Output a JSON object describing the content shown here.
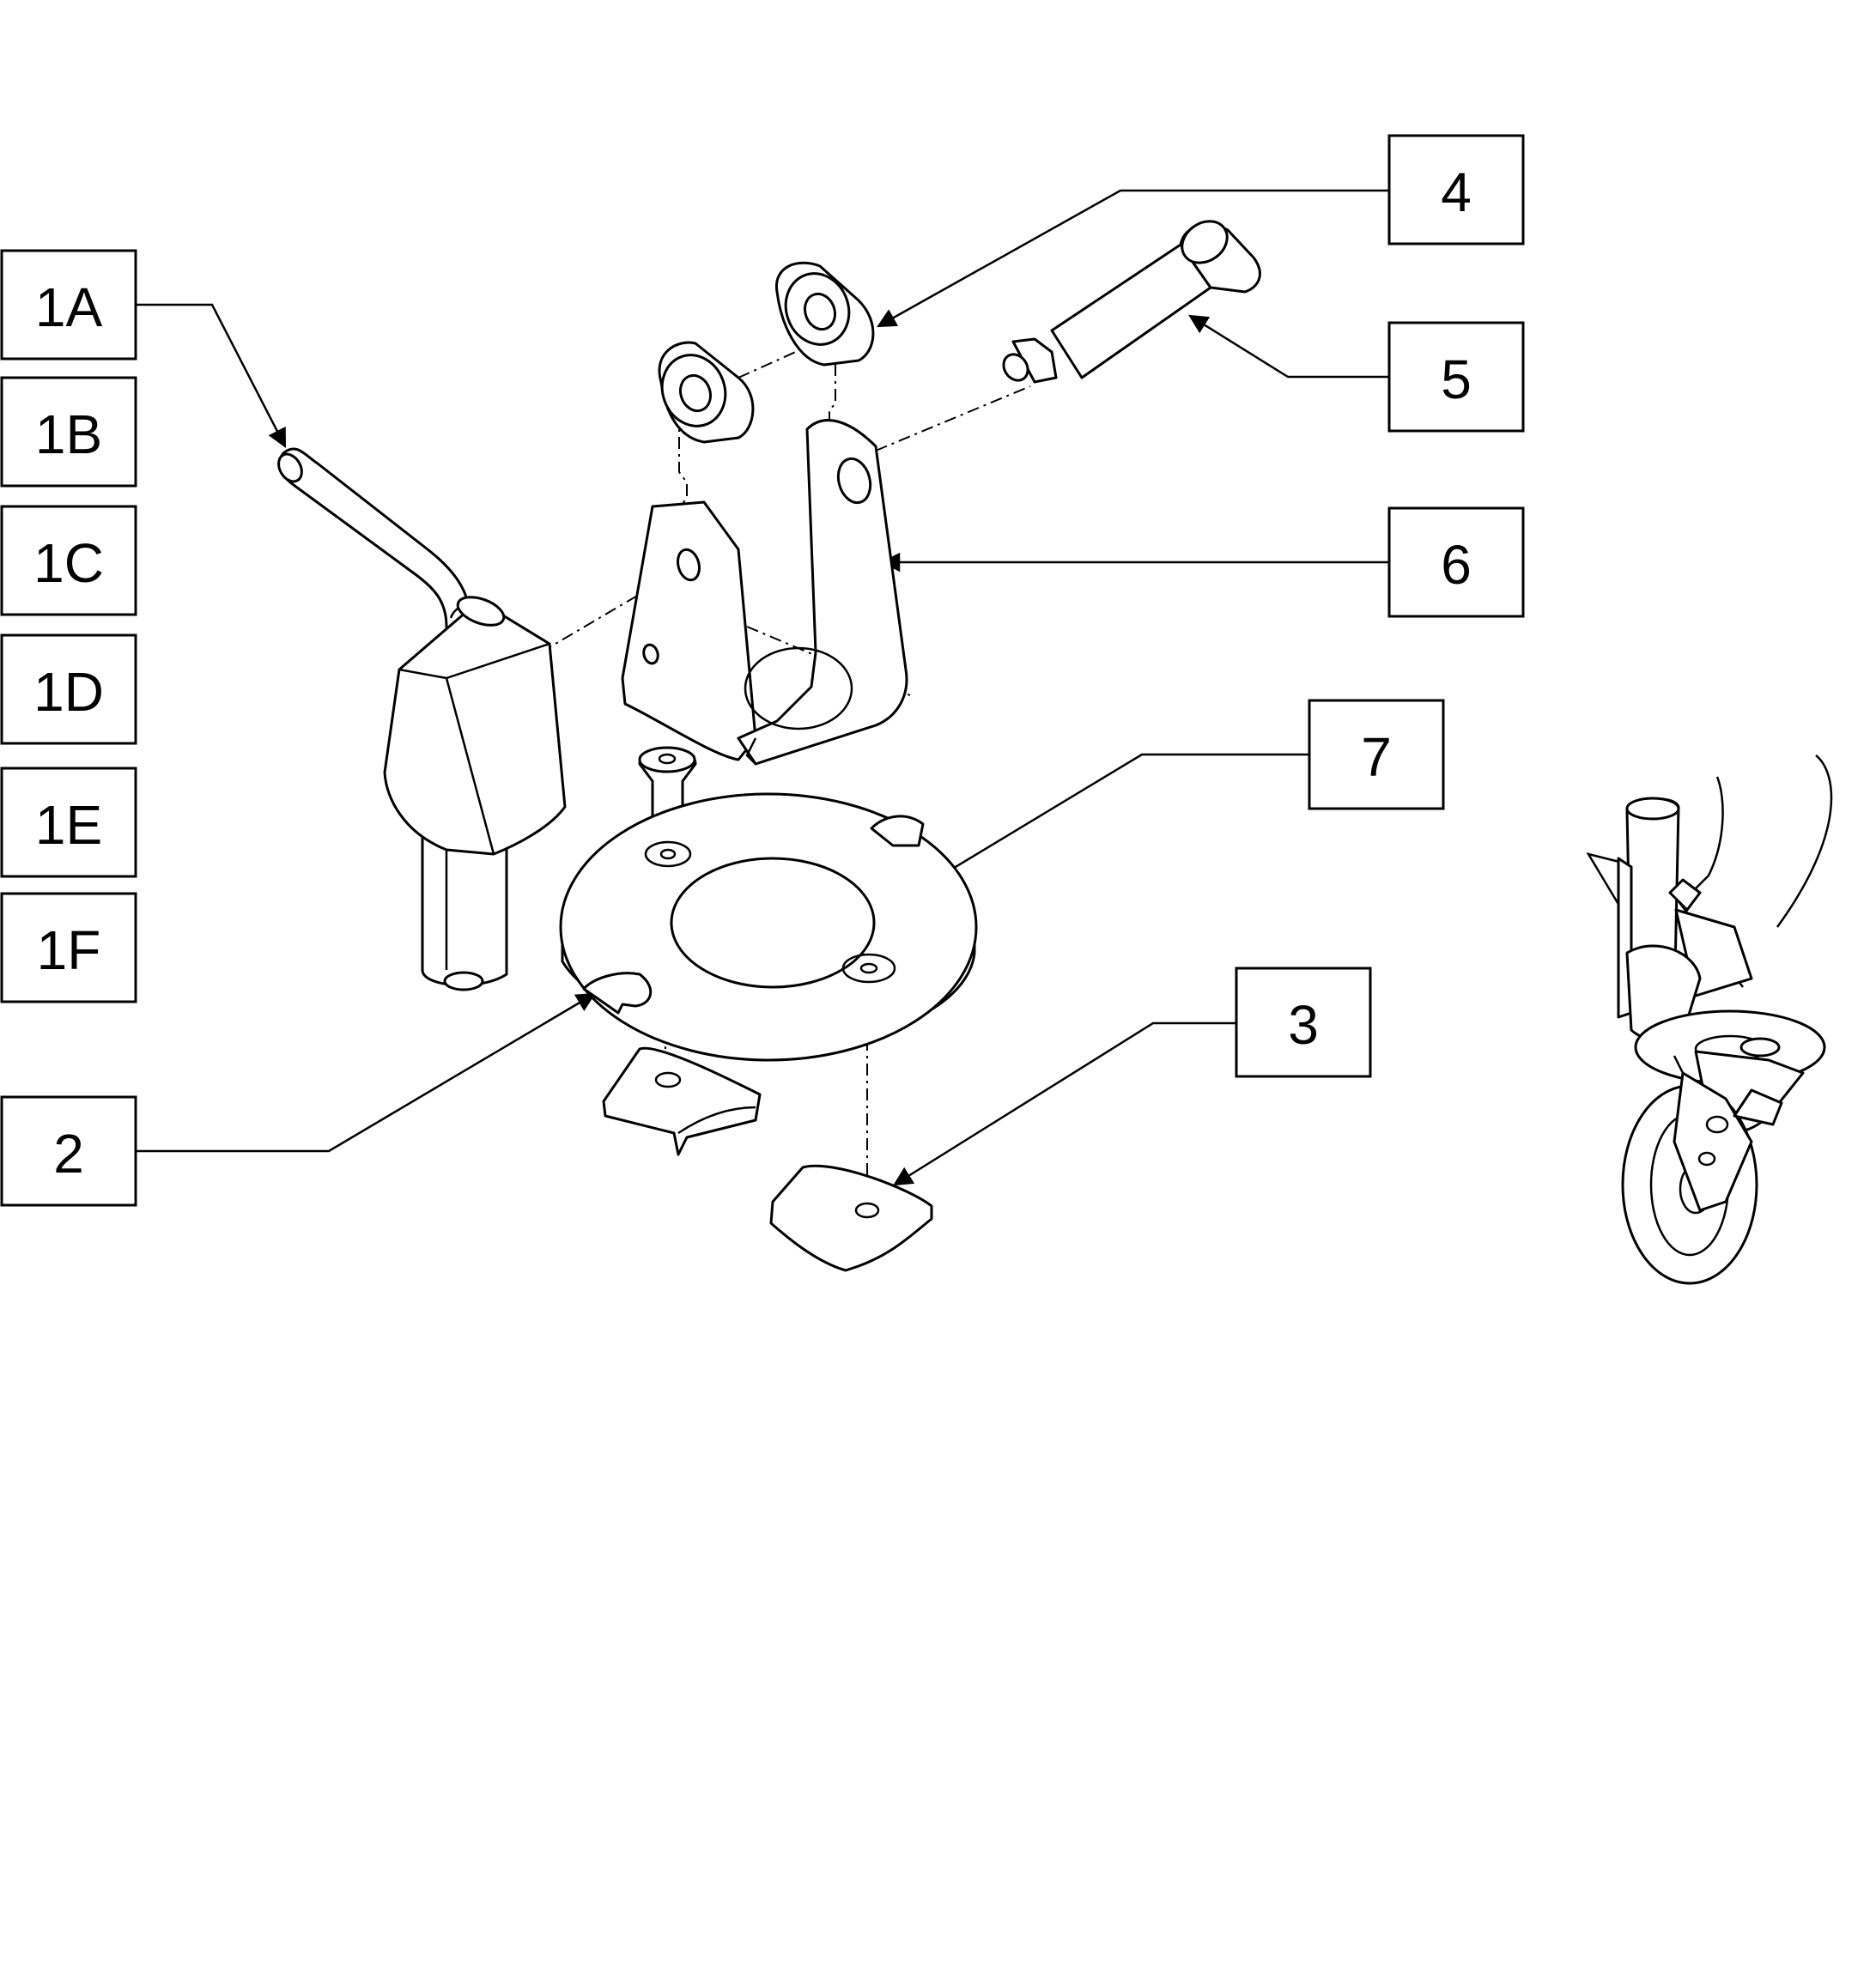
{
  "callouts": {
    "c1a": "1A",
    "c1b": "1B",
    "c1c": "1C",
    "c1d": "1D",
    "c1e": "1E",
    "c1f": "1F",
    "c2": "2",
    "c3": "3",
    "c4": "4",
    "c5": "5",
    "c6": "6",
    "c7": "7"
  }
}
